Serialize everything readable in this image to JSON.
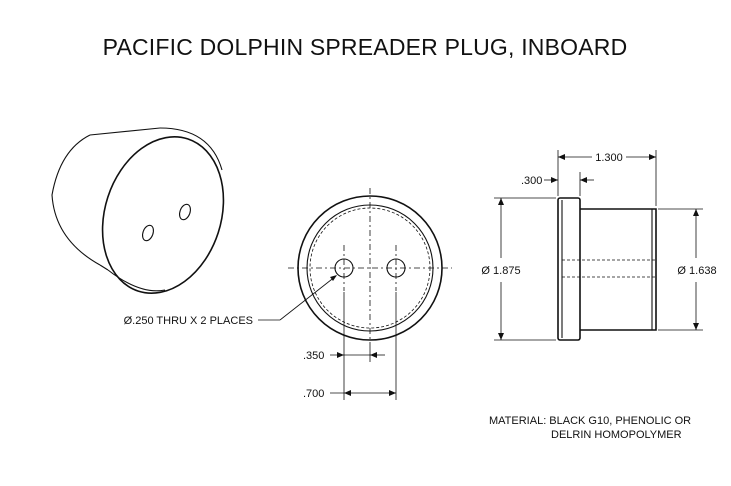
{
  "title": "PACIFIC DOLPHIN SPREADER PLUG, INBOARD",
  "dimensions": {
    "overall_length": "1.300",
    "flange_thickness": ".300",
    "flange_diameter": "Ø 1.875",
    "body_diameter": "Ø 1.638",
    "hole_callout": "Ø.250 THRU X 2 PLACES",
    "hole_offset": ".350",
    "hole_spacing": ".700"
  },
  "material": {
    "line1": "MATERIAL: BLACK G10, PHENOLIC OR",
    "line2": "DELRIN HOMOPOLYMER"
  }
}
